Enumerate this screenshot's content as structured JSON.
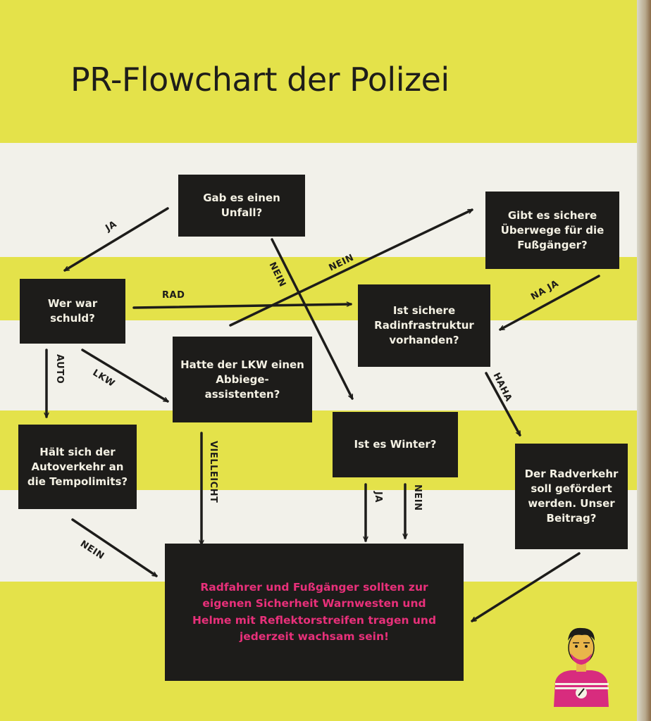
{
  "title": "PR-Flowchart der Polizei",
  "nodes": {
    "unfall": "Gab es einen Unfall?",
    "ueberwege": "Gibt es sichere Überwege für die Fußgänger?",
    "schuld": "Wer war schuld?",
    "radinfra": "Ist sichere Radinfrastruktur vorhanden?",
    "lkw": "Hatte der LKW einen Abbiege-assistenten?",
    "winter": "Ist es Winter?",
    "tempolimits": "Hält sich der Autoverkehr an die Tempolimits?",
    "radverkehr": "Der Radverkehr soll gefördert werden. Unser Beitrag?",
    "final": "Radfahrer und Fußgänger sollten zur eigenen Sicherheit Warnwesten und Helme mit Reflektorstreifen tragen und jederzeit wachsam sein!"
  },
  "edges": {
    "ja_unfall_schuld": "JA",
    "nein_unfall_winter": "NEIN",
    "nein_lkw_ueberwege": "NEIN",
    "rad": "RAD",
    "na_ja": "NA JA",
    "auto": "AUTO",
    "lkw": "LKW",
    "haha": "HAHA",
    "vielleicht": "VIELLEICHT",
    "ja_winter": "JA",
    "nein_winter": "NEIN",
    "nein_tempolimits": "NEIN"
  },
  "colors": {
    "page_yellow": "#e4e24a",
    "stripe_white": "#f2f1ea",
    "box_black": "#1d1c1a",
    "box_text": "#f4f1e4",
    "final_text_magenta": "#e8307a"
  },
  "icons": {
    "mascot": "cartoon-man-avatar-icon"
  }
}
